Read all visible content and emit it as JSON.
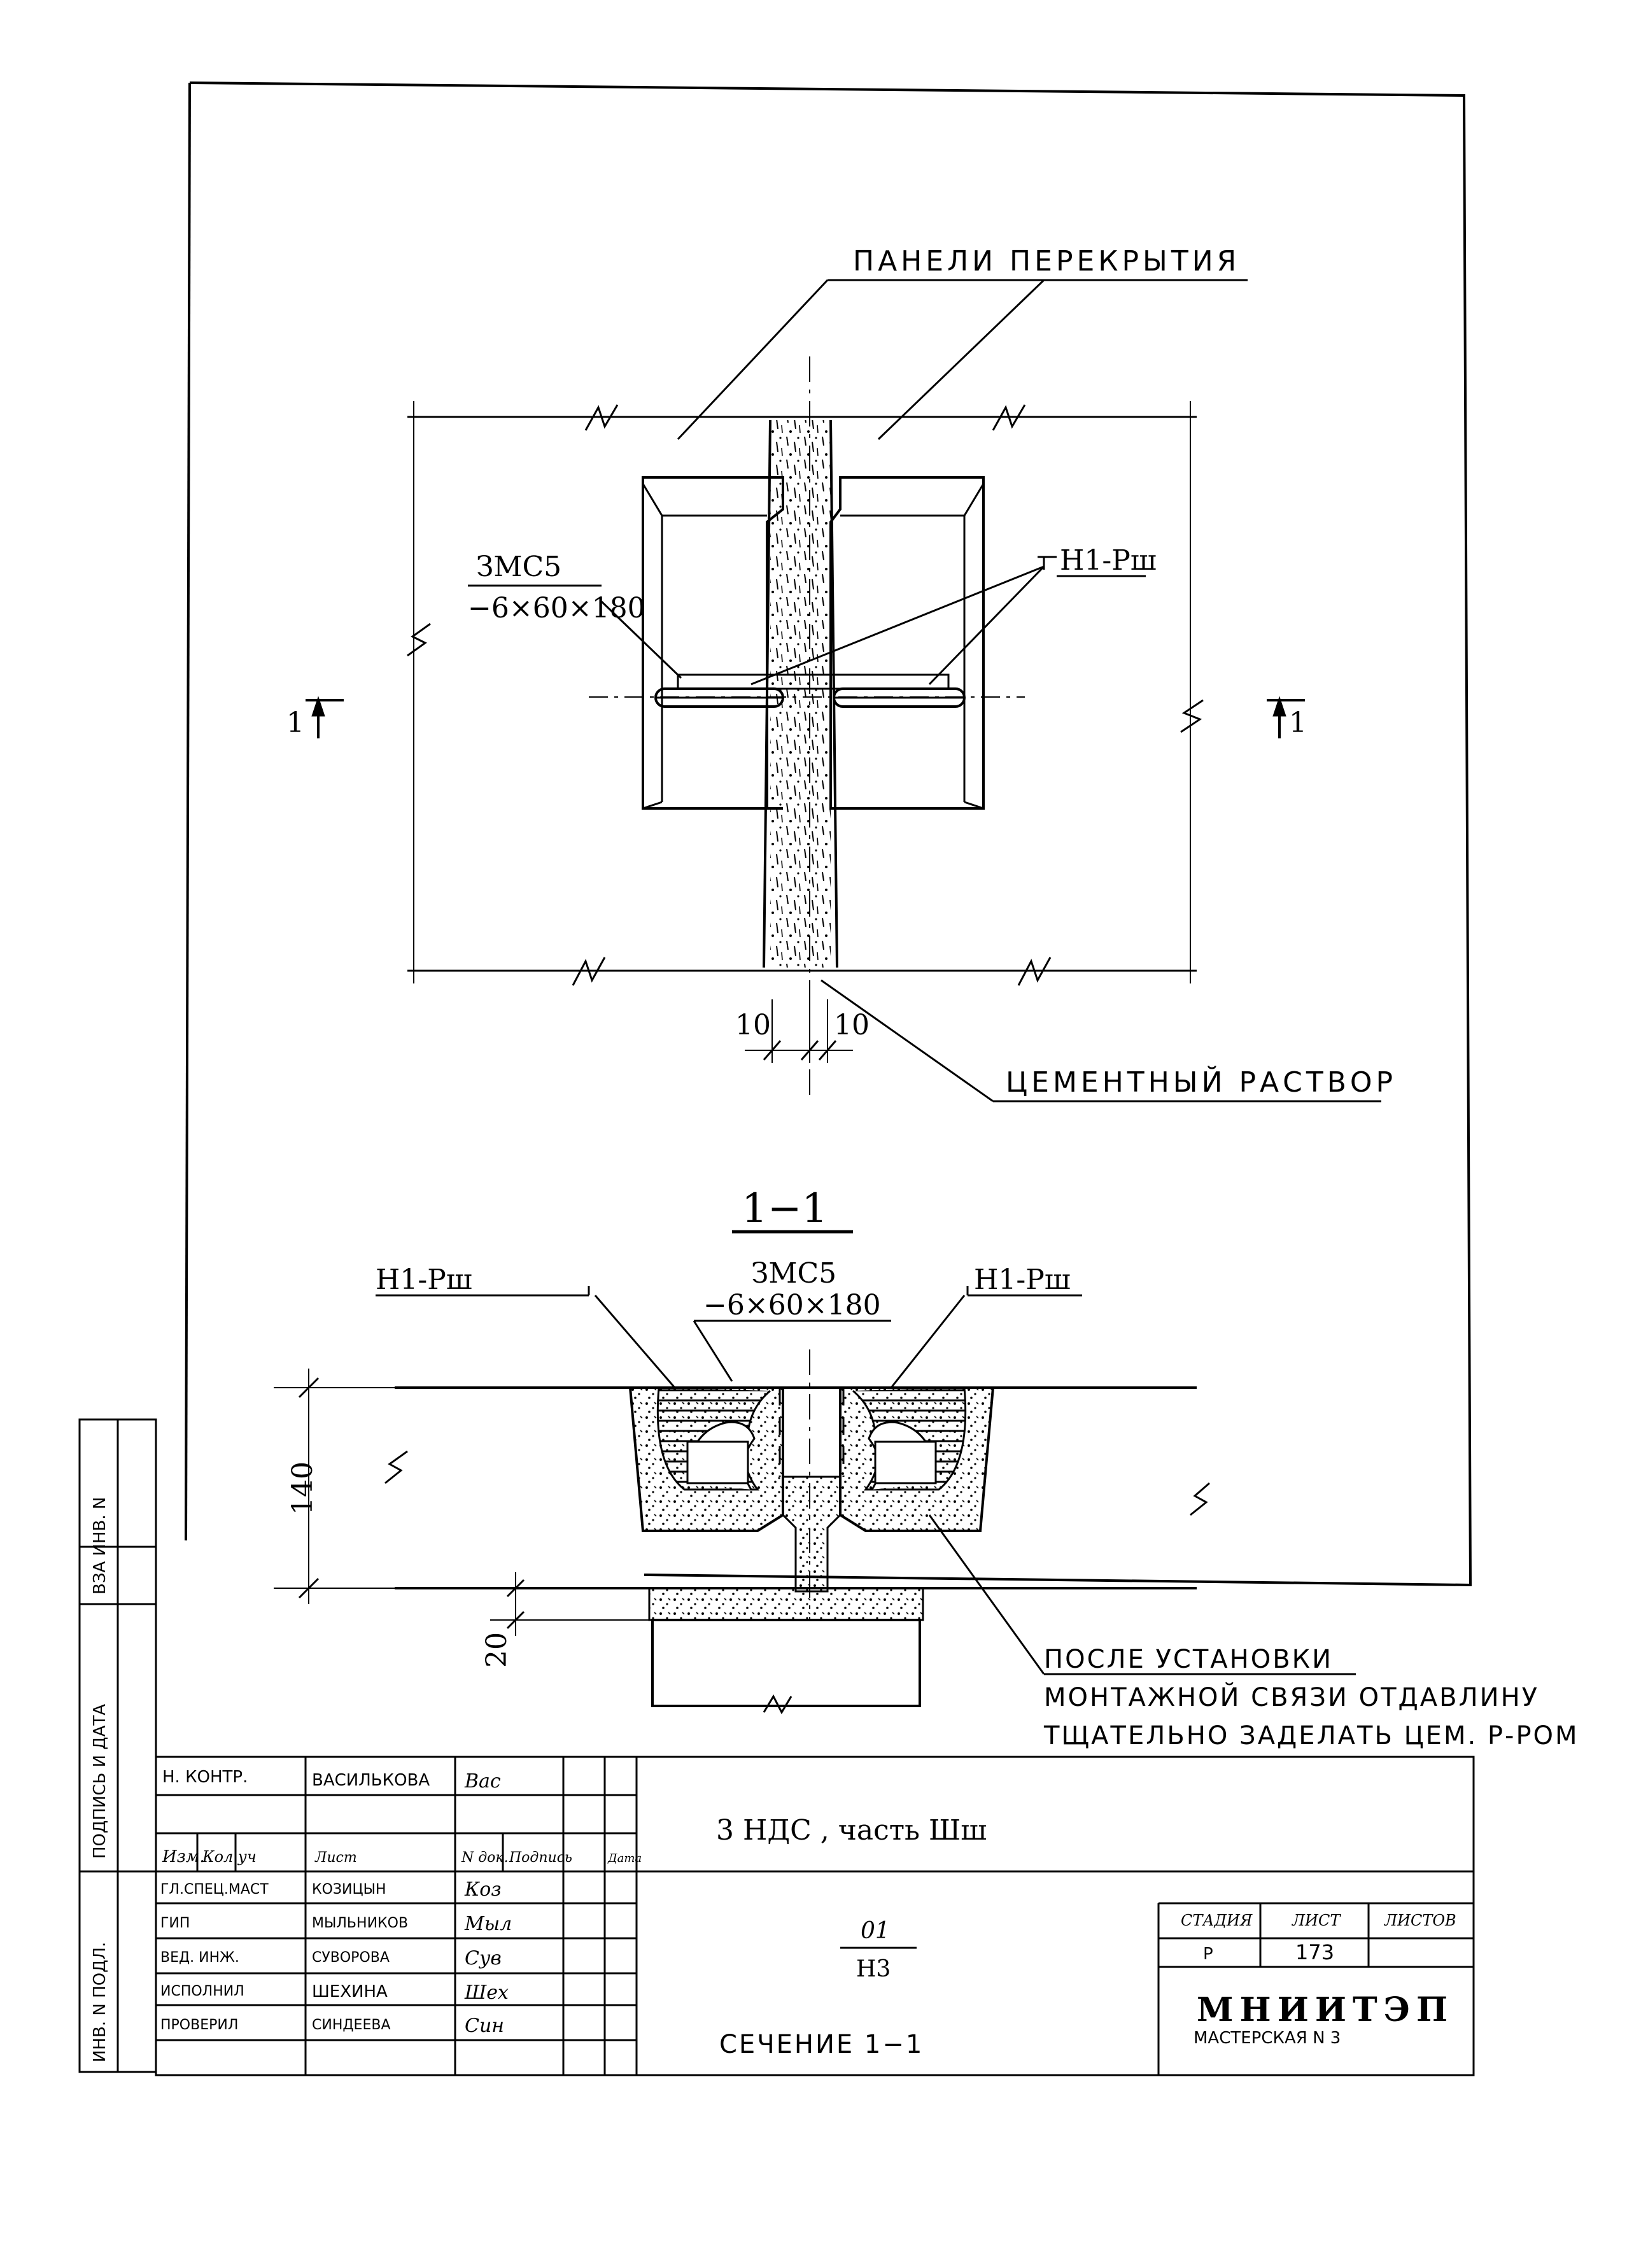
{
  "plan": {
    "label_panels": "ПАНЕЛИ ПЕРЕКРЫТИЯ",
    "label_plate_name": "ЗМС5",
    "label_plate_size": "−6×60×180",
    "label_weld": "Н1-Рш",
    "label_mortar": "ЦЕМЕНТНЫЙ РАСТВОР",
    "dim_left": "10",
    "dim_right": "10",
    "cut_mark_left": "1",
    "cut_mark_right": "1"
  },
  "section": {
    "title": "1−1",
    "label_weld_left": "Н1-Рш",
    "label_weld_right": "Н1-Рш",
    "label_plate_name": "ЗМС5",
    "label_plate_size": "−6×60×180",
    "dim_height": "140",
    "dim_gap": "20",
    "note_line1": "ПОСЛЕ УСТАНОВКИ",
    "note_line2": "МОНТАЖНОЙ СВЯЗИ ОТДАВЛИНУ",
    "note_line3": "ТЩАТЕЛЬНО ЗАДЕЛАТЬ ЦЕМ. Р-РОМ"
  },
  "side_stamp": {
    "inv_n_podl": "ИНВ. N ПОДЛ.",
    "podpis_data": "ПОДПИСЬ И ДАТА",
    "vzam_inv": "ВЗА ИНВ. N"
  },
  "title_block": {
    "n_kontr_role": "Н. КОНТР.",
    "n_kontr_name": "ВАСИЛЬКОВА",
    "n_kontr_sign": "Вас",
    "header_izm": "Изм.",
    "header_kol": "Кол.уч",
    "header_list": "Лист",
    "header_ndok": "N док.",
    "header_podpis": "Подпись",
    "header_data": "Дата",
    "rows": [
      {
        "role": "ГЛ.СПЕЦ.МАСТ",
        "name": "КОЗИЦЫН",
        "sign": "Коз"
      },
      {
        "role": "ГИП",
        "name": "МЫЛЬНИКОВ",
        "sign": "Мыл"
      },
      {
        "role": "ВЕД. ИНЖ.",
        "name": "СУВОРОВА",
        "sign": "Сув"
      },
      {
        "role": "ИСПОЛНИЛ",
        "name": "ШЕХИНА",
        "sign": "Шех"
      },
      {
        "role": "ПРОВЕРИЛ",
        "name": "СИНДЕЕВА",
        "sign": "Син"
      }
    ],
    "project": "3 НДС , часть Шш",
    "doc_top": "01",
    "doc_bottom": "Н3",
    "sheet_title": "СЕЧЕНИЕ 1−1",
    "stage_label": "СТАДИЯ",
    "list_label": "ЛИСТ",
    "listov_label": "ЛИСТОВ",
    "stage_value": "Р",
    "list_value": "173",
    "org_name": "МНИИТЭП",
    "org_sub": "МАСТЕРСКАЯ N 3"
  }
}
